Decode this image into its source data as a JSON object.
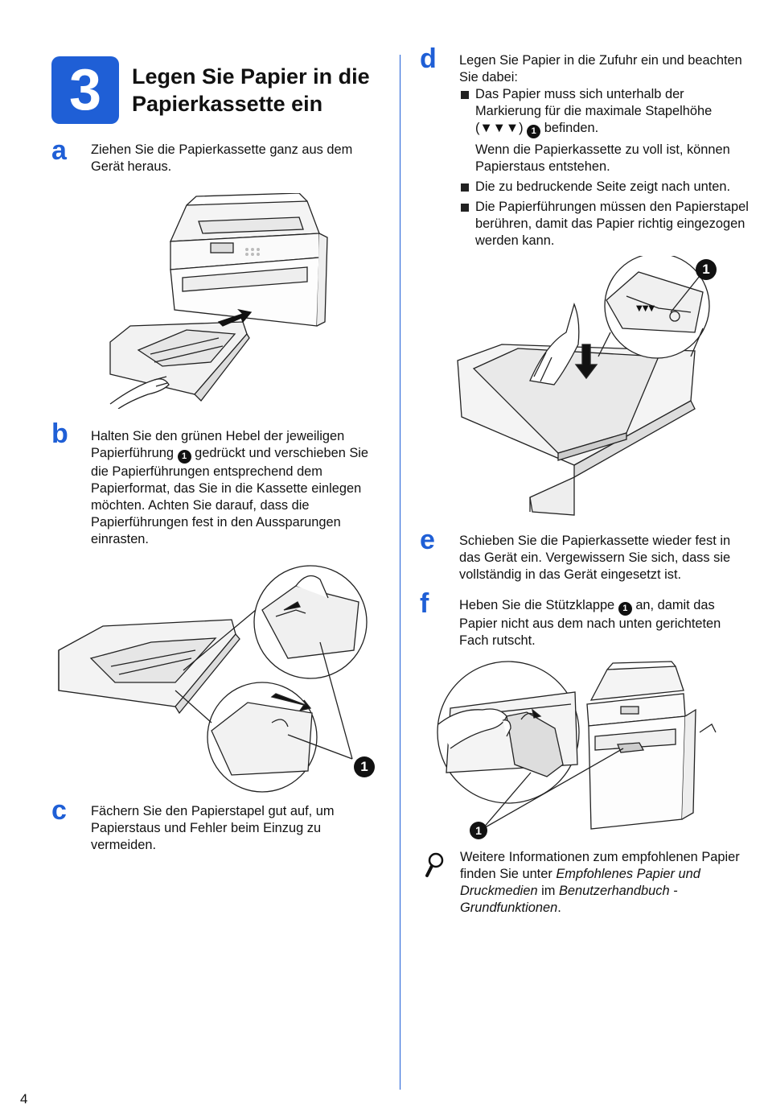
{
  "header": {
    "step_number": "3",
    "title_line1": "Legen Sie Papier in die",
    "title_line2": "Papierkassette ein"
  },
  "steps": {
    "a": {
      "letter": "a",
      "text": "Ziehen Sie die Papierkassette ganz aus dem Gerät heraus."
    },
    "b": {
      "letter": "b",
      "text_before": "Halten Sie den grünen Hebel der jeweiligen Papierführung",
      "text_after": "gedrückt und verschieben Sie die Papierführungen entsprechend dem Papierformat, das Sie in die Kassette einlegen möchten. Achten Sie darauf, dass die Papierführungen fest in den Aussparungen einrasten."
    },
    "c": {
      "letter": "c",
      "text": "Fächern Sie den Papierstapel gut auf, um Papierstaus und Fehler beim Einzug zu vermeiden."
    },
    "d": {
      "letter": "d",
      "intro": "Legen Sie Papier in die Zufuhr ein und beachten Sie dabei:",
      "bullet1_before": "Das Papier muss sich unterhalb der Markierung für die maximale Stapelhöhe (▼▼▼)",
      "bullet1_after": "befinden.",
      "bullet1_sub": "Wenn die Papierkassette zu voll ist, können Papierstaus entstehen.",
      "bullet2": "Die zu bedruckende Seite zeigt nach unten.",
      "bullet3": "Die Papierführungen müssen den Papierstapel berühren, damit das Papier richtig eingezogen werden kann."
    },
    "e": {
      "letter": "e",
      "text": "Schieben Sie die Papierkassette wieder fest in das Gerät ein. Vergewissern Sie sich, dass sie vollständig in das Gerät eingesetzt ist."
    },
    "f": {
      "letter": "f",
      "text_before": "Heben Sie die Stützklappe",
      "text_after": "an, damit das Papier nicht aus dem nach unten gerichteten Fach rutscht."
    }
  },
  "note": {
    "text_before": "Weitere Informationen zum empfohlenen Papier finden Sie unter ",
    "link1": "Empfohlenes Papier und Druckmedien",
    "text_middle": " im ",
    "link2": "Benutzerhandbuch - Grundfunktionen",
    "text_after": "."
  },
  "callout_number": "1",
  "page_number": "4",
  "colors": {
    "accent": "#1f5fd6",
    "text": "#111111"
  },
  "icons": {
    "note": "magnifier-icon"
  }
}
